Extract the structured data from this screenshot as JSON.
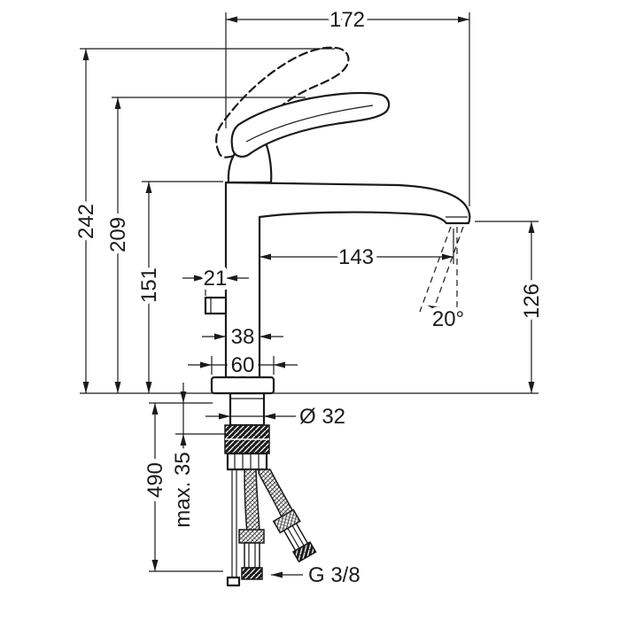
{
  "colors": {
    "line": "#1a1a1a",
    "background": "#ffffff"
  },
  "labels": {
    "width_total": "172",
    "height_total": "242",
    "height_handle": "209",
    "height_spout": "151",
    "offset_21": "21",
    "spout_reach": "143",
    "outlet_height": "126",
    "stream_angle": "20°",
    "body_width": "38",
    "base_width": "60",
    "shank_diameter": "Ø 32",
    "below_deck_length": "490",
    "max_deck_thickness": "max. 35",
    "thread": "G 3/8"
  }
}
